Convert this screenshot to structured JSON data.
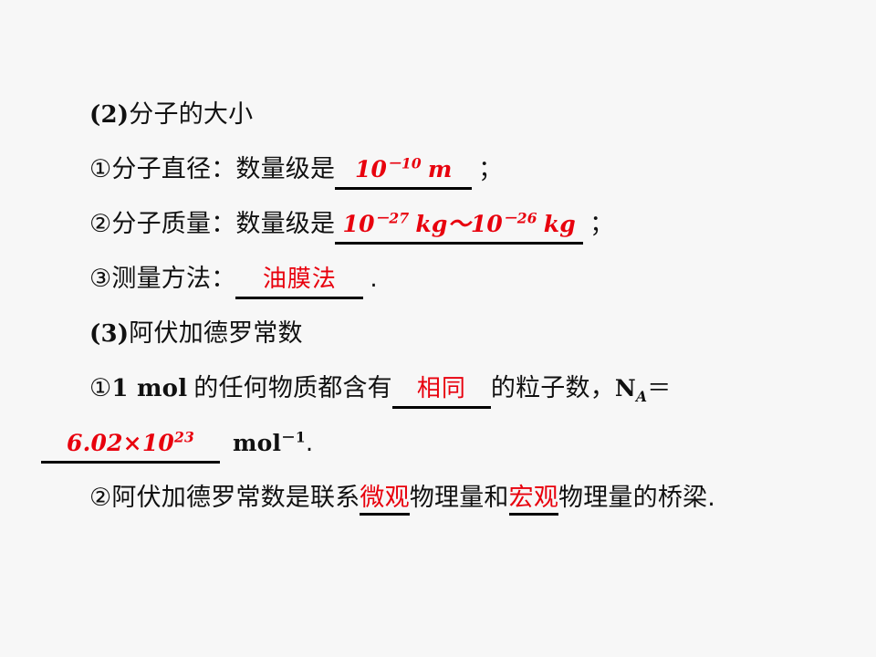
{
  "slide": {
    "background_color": "#f7f7f7",
    "answer_color": "#e8000d",
    "text_color": "#111111"
  },
  "sections": {
    "s2": {
      "marker": "(2)",
      "title": "分子的大小",
      "items": [
        {
          "number": "①",
          "label": "分子直径：数量级是",
          "answer_base": "10",
          "answer_exp": "－10",
          "answer_unit": "m",
          "trailing": "；"
        },
        {
          "number": "②",
          "label": "分子质量：数量级是",
          "answer_base": "10",
          "answer_exp": "－27",
          "answer_unit": "kg",
          "answer_range_sep": "～",
          "answer_base2": "10",
          "answer_exp2": "－26",
          "answer_unit2": "kg",
          "trailing": "；"
        },
        {
          "number": "③",
          "label": "测量方法：",
          "answer": "油膜法",
          "trailing": "."
        }
      ]
    },
    "s3": {
      "marker": "(3)",
      "title": "阿伏加德罗常数",
      "items": [
        {
          "number": "①",
          "lead_bold": "1 mol",
          "label_a": "的任何物质都含有",
          "answer": "相同",
          "label_b": "的粒子数，",
          "symbol": "N",
          "symbol_sub": "A",
          "equals": "＝",
          "value_wrap": {
            "answer_mantissa": "6.02×10",
            "answer_exp": "23",
            "unit": "mol",
            "unit_exp": "－1",
            "trailing": "."
          }
        },
        {
          "number": "②",
          "label_a": "阿伏加德罗常数是联系",
          "answer1": "微观",
          "label_b": "物理量和",
          "answer2": "宏观",
          "label_c": "物理量的桥梁."
        }
      ]
    }
  }
}
